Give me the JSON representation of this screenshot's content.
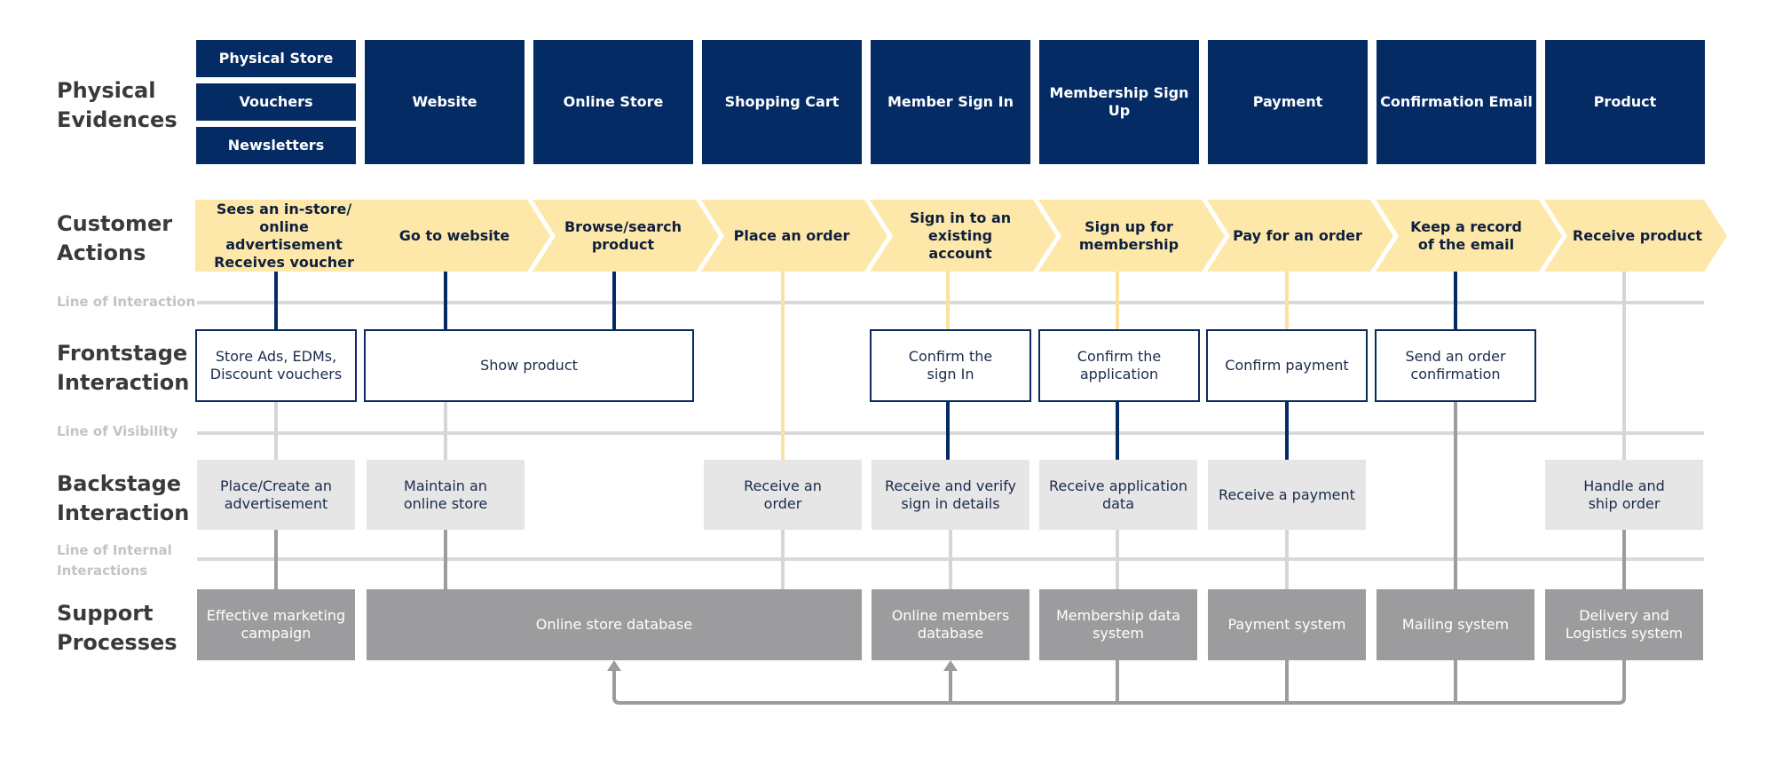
{
  "rows": {
    "physical_evidences": "Physical\nEvidences",
    "customer_actions": "Customer\nActions",
    "frontstage_interaction": "Frontstage\nInteraction",
    "backstage_interaction": "Backstage\nInteraction",
    "support_processes": "Support\nProcesses"
  },
  "lines": {
    "interaction": "Line of Interaction",
    "visibility": "Line of Visibility",
    "internal": "Line of Internal\nInteractions"
  },
  "physical_evidences": {
    "physical_store": "Physical Store",
    "vouchers": "Vouchers",
    "newsletters": "Newsletters",
    "website": "Website",
    "online_store": "Online Store",
    "shopping_cart": "Shopping Cart",
    "member_sign_in": "Member Sign In",
    "membership_sign_up": "Membership Sign Up",
    "payment": "Payment",
    "confirmation_email": "Confirmation Email",
    "product": "Product"
  },
  "customer_actions": [
    "Sees an in-store/\nonline advertisement\nReceives voucher",
    "Go to website",
    "Browse/search\nproduct",
    "Place an order",
    "Sign in to an\nexisting account",
    "Sign up for\nmembership",
    "Pay for an order",
    "Keep a record\nof the email",
    "Receive product"
  ],
  "frontstage": {
    "store_ads": "Store Ads, EDMs,\nDiscount vouchers",
    "show_product": "Show product",
    "confirm_sign_in": "Confirm the\nsign In",
    "confirm_application": "Confirm the\napplication",
    "confirm_payment": "Confirm payment",
    "send_confirmation": "Send an order\nconfirmation"
  },
  "backstage": {
    "place_ad": "Place/Create an\nadvertisement",
    "maintain_store": "Maintain an\nonline store",
    "receive_order": "Receive an\norder",
    "verify_sign_in": "Receive and verify\nsign in details",
    "receive_application": "Receive application\ndata",
    "receive_payment": "Receive a payment",
    "handle_ship": "Handle and\nship order"
  },
  "support": {
    "marketing": "Effective marketing\ncampaign",
    "store_db": "Online store database",
    "members_db": "Online members\ndatabase",
    "membership_system": "Membership data\nsystem",
    "payment_system": "Payment system",
    "mailing_system": "Mailing system",
    "delivery": "Delivery and\nLogistics system"
  },
  "colors": {
    "navy": "#052b65",
    "yellow": "#fde8a9",
    "yellow_line": "#fbe2a0",
    "light_gray": "#e6e6e7",
    "mid_gray": "#9c9c9e",
    "divider": "#d9d9d9"
  }
}
